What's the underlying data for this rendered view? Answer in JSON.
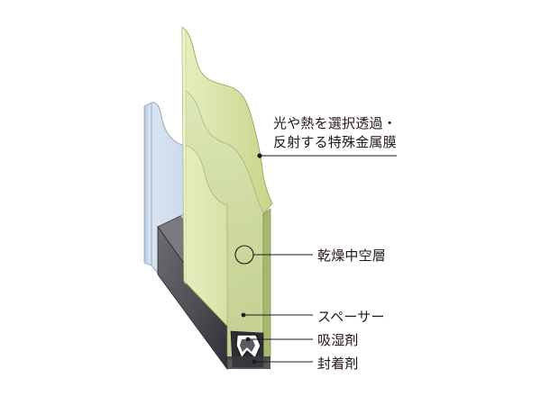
{
  "diagram": {
    "labels": {
      "coating_line1": "光や熱を選択透過・",
      "coating_line2": "反射する特殊金属膜",
      "air_space": "乾燥中空層",
      "spacer": "スペーサー",
      "desiccant": "吸湿剤",
      "sealant": "封着剤"
    },
    "colors": {
      "outer_glass": "#cbdaea",
      "coated_glass": "#dfe6a6",
      "spacer": "#4c4b51",
      "leader_line": "#231815"
    }
  }
}
